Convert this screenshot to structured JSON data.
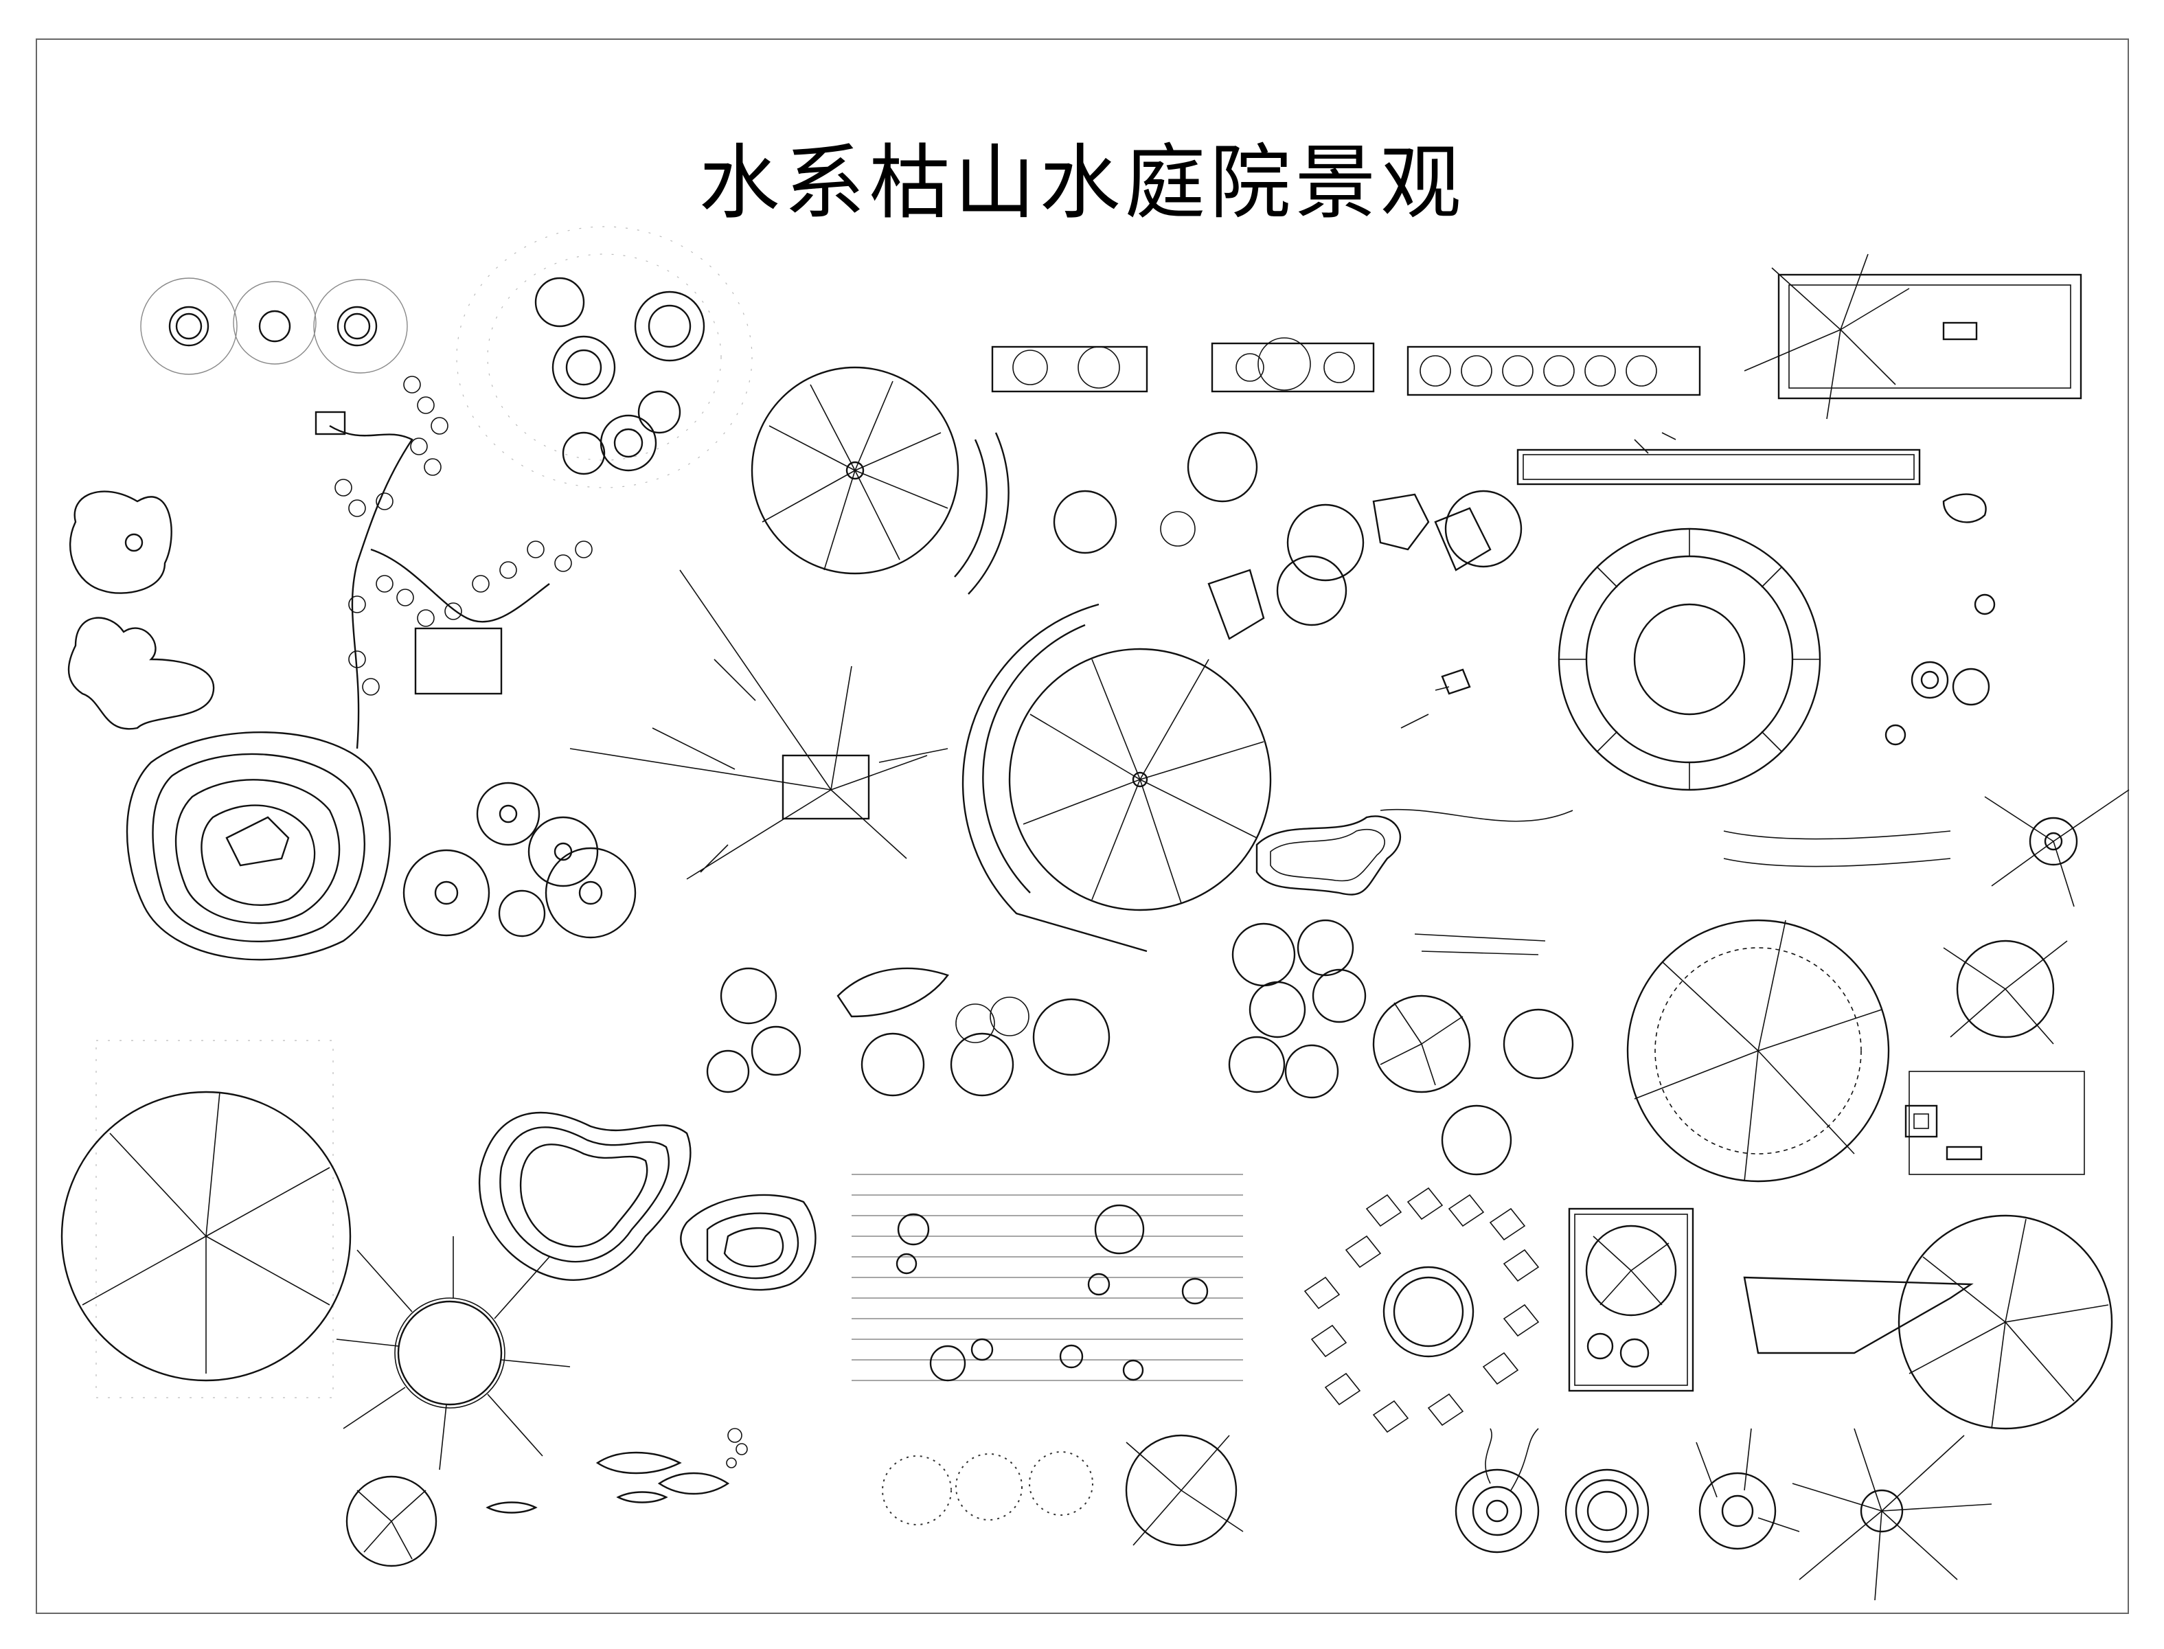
{
  "drawing": {
    "title": "水系枯山水庭院景观"
  },
  "symbols": [
    {
      "name": "pebble-cluster-symbol"
    },
    {
      "name": "dotted-plaza-symbol"
    },
    {
      "name": "large-tree-plan-symbol"
    },
    {
      "name": "planter-strip-symbol"
    },
    {
      "name": "rectangular-pool-symbol"
    },
    {
      "name": "rock-contour-symbol"
    },
    {
      "name": "circle-stepping-stones-symbol"
    },
    {
      "name": "bare-branch-tree-symbol"
    },
    {
      "name": "round-plaza-symbol"
    },
    {
      "name": "koi-fish-symbol"
    },
    {
      "name": "pond-contour-symbol"
    },
    {
      "name": "lily-pad-water-symbol"
    },
    {
      "name": "flagstone-path-symbol"
    },
    {
      "name": "stone-basin-symbol"
    }
  ],
  "palette": {
    "line": "#111111",
    "grey": "#888888",
    "background": "#ffffff"
  }
}
